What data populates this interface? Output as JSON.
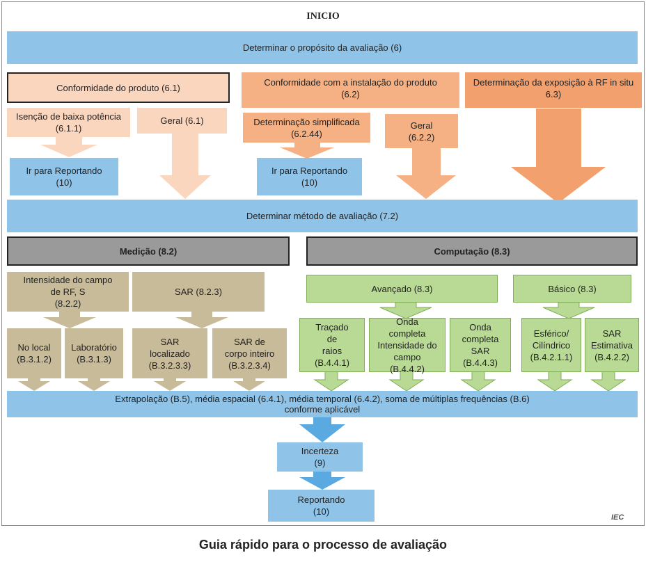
{
  "diagram": {
    "start": "INICIO",
    "purpose": "Determinar o propósito da avaliação (6)",
    "product_compliance": "Conformidade do produto (6.1)",
    "installation_compliance": "Conformidade com a instalação do produto\n(6.2)",
    "in_situ_exposure": "Determinação da exposição à RF in situ\n6.3)",
    "low_power_exemption": "Isenção de baixa potência\n(6.1.1)",
    "general_61": "Geral (6.1)",
    "simplified": "Determinação simplificada\n(6.2.44)",
    "general_622": "Geral\n(6.2.2)",
    "goto_reporting_1": "Ir para Reportando\n(10)",
    "goto_reporting_2": "Ir para Reportando\n(10)",
    "method": "Determinar método de avaliação (7.2)",
    "measurement": "Medição (8.2)",
    "computation": "Computação (8.3)",
    "field_strength": "Intensidade do campo\nde RF, S\n(8.2.2)",
    "sar_823": "SAR (8.2.3)",
    "advanced": "Avançado (8.3)",
    "basic": "Básico (8.3)",
    "on_site": "No local\n(B.3.1.2)",
    "laboratory": "Laboratório\n(B.3.1.3)",
    "sar_local": "SAR\nlocalizado\n(B.3.2.3.3)",
    "sar_whole": "SAR de\ncorpo inteiro\n(B.3.2.3.4)",
    "ray_tracing": "Traçado\nde\nraios\n(B.4.4.1)",
    "fullwave_field": "Onda\ncompleta\nIntensidade do\ncampo\n(B.4.4.2)",
    "fullwave_sar": "Onda\ncompleta\nSAR\n(B.4.4.3)",
    "spherical": "Esférico/\nCilíndrico\n(B.4.2.1.1)",
    "sar_estimate": "SAR\nEstimativa\n(B.4.2.2)",
    "extrapolation": "Extrapolação (B.5), média espacial (6.4.1), média temporal (6.4.2), soma de múltiplas frequências (B.6)\nconforme aplicável",
    "uncertainty": "Incerteza\n(9)",
    "reporting": "Reportando\n(10)",
    "source_mark": "IEC"
  },
  "caption": "Guia rápido para o processo de avaliação",
  "colors": {
    "blue": "#8fc3e8",
    "peach": "#fbd6bf",
    "orange": "#f3a06f",
    "olive": "#c8bb99",
    "green": "#b8da94",
    "gray": "#9a9a9a"
  }
}
